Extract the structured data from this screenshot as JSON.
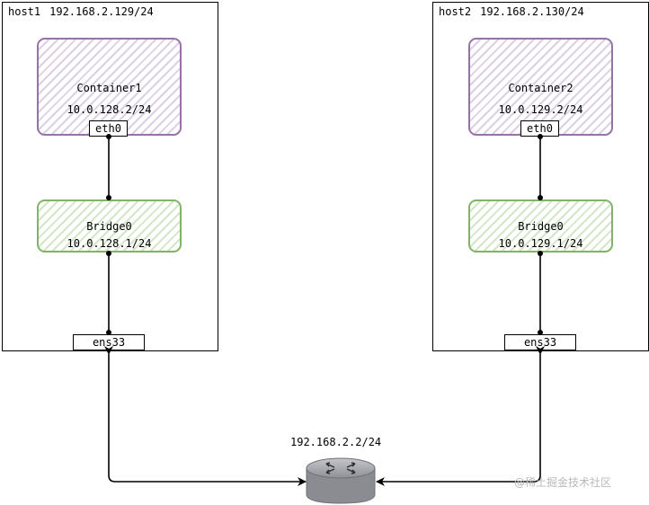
{
  "host1": {
    "name": "host1",
    "ip": "192.168.2.129/24",
    "container": {
      "name": "Container1",
      "ip": "10.0.128.2/24",
      "iface": "eth0"
    },
    "bridge": {
      "name": "Bridge0",
      "ip": "10.0.128.1/24"
    },
    "nic": "ens33"
  },
  "host2": {
    "name": "host2",
    "ip": "192.168.2.130/24",
    "container": {
      "name": "Container2",
      "ip": "10.0.129.2/24",
      "iface": "eth0"
    },
    "bridge": {
      "name": "Bridge0",
      "ip": "10.0.129.1/24"
    },
    "nic": "ens33"
  },
  "router": {
    "ip": "192.168.2.2/24",
    "icon": "router-icon"
  },
  "watermark": "@稀土掘金技术社区",
  "colors": {
    "container_stroke": "#9673a6",
    "bridge_stroke": "#82b366",
    "router_body": "#a6a8ad"
  }
}
